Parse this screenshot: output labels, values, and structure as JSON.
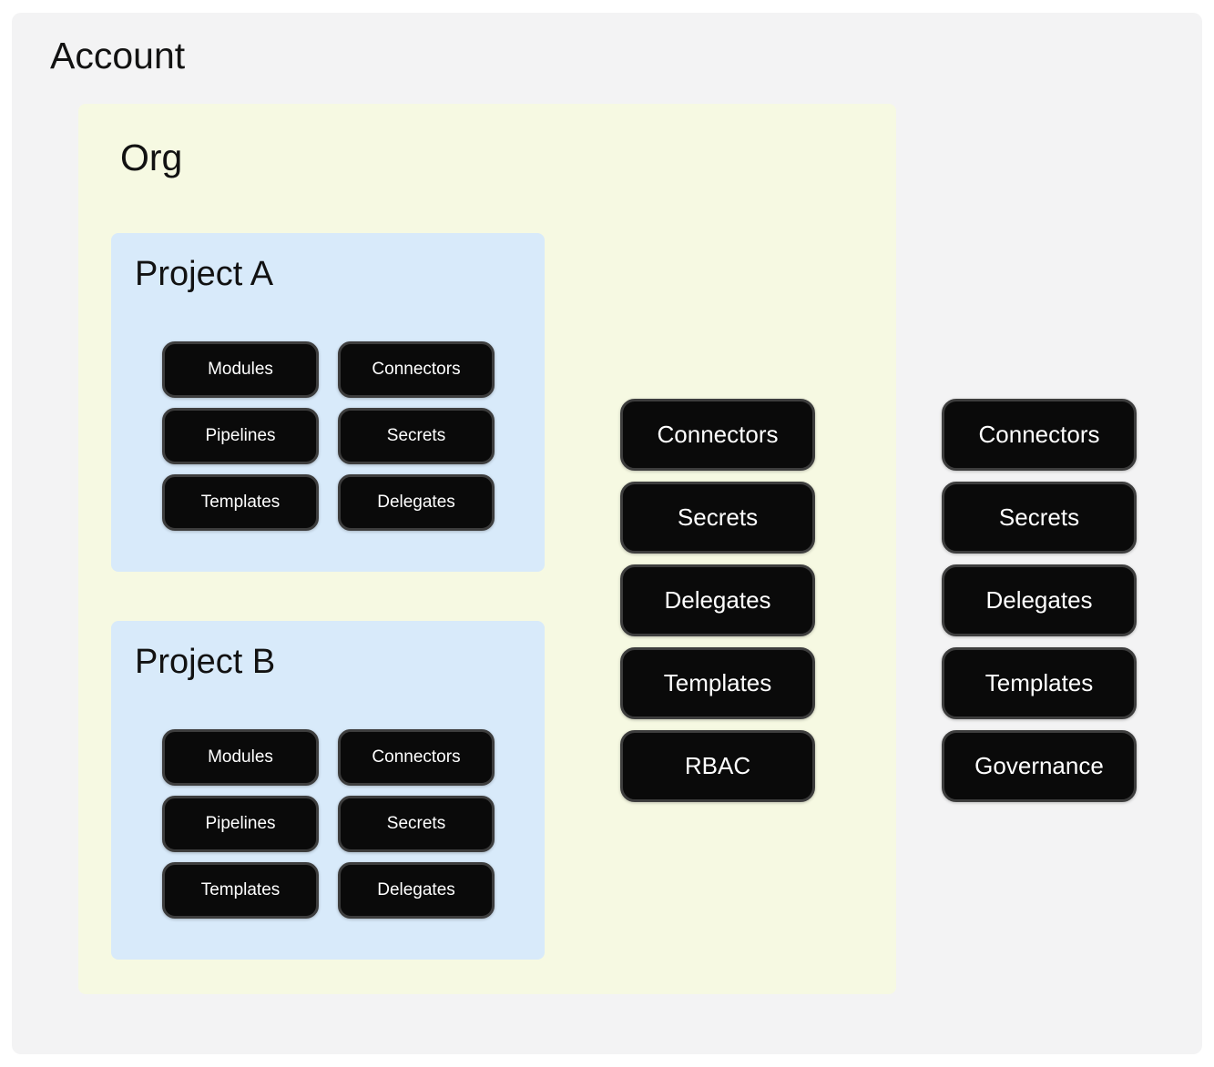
{
  "colors": {
    "page_bg": "#ffffff",
    "account_bg": "#f3f3f4",
    "org_bg": "#f6f9e2",
    "project_bg": "#d8eafa",
    "chip_bg": "#0a0a0a",
    "chip_border": "#3d3d3d",
    "chip_text": "#ffffff",
    "title_text": "#121212"
  },
  "account": {
    "title": "Account",
    "buttons": [
      "Connectors",
      "Secrets",
      "Delegates",
      "Templates",
      "Governance"
    ]
  },
  "org": {
    "title": "Org",
    "buttons": [
      "Connectors",
      "Secrets",
      "Delegates",
      "Templates",
      "RBAC"
    ]
  },
  "projects": [
    {
      "title": "Project A",
      "buttons": [
        "Modules",
        "Connectors",
        "Pipelines",
        "Secrets",
        "Templates",
        "Delegates"
      ]
    },
    {
      "title": "Project B",
      "buttons": [
        "Modules",
        "Connectors",
        "Pipelines",
        "Secrets",
        "Templates",
        "Delegates"
      ]
    }
  ]
}
